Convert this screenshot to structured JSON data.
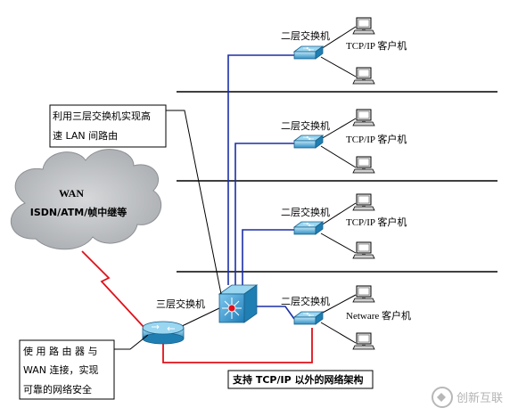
{
  "diagram": {
    "switch_l2_label": "二层交换机",
    "switch_l3_label": "三层交换机",
    "floors": [
      {
        "client_label": "TCP/IP 客户机"
      },
      {
        "client_label": "TCP/IP 客户机"
      },
      {
        "client_label": "TCP/IP 客户机"
      },
      {
        "client_label": "Netware 客户机"
      }
    ],
    "wan": {
      "line1": "WAN",
      "line2": "ISDN/ATM/帧中继等"
    },
    "note_l3": {
      "line1": "利用三层交换机实现高",
      "line2": "速 LAN 间路由"
    },
    "note_router": {
      "line1": "使 用 路 由 器 与",
      "line2": "WAN 连接，实现",
      "line3": "可靠的网络安全"
    },
    "note_other": "支持 TCP/IP 以外的网络架构",
    "watermark": "创新互联",
    "colors": {
      "blue_link": "#1a2fa8",
      "red_link": "#e0101a",
      "switch": "#3aa6d8",
      "cloud": "#b9bcc0"
    }
  }
}
